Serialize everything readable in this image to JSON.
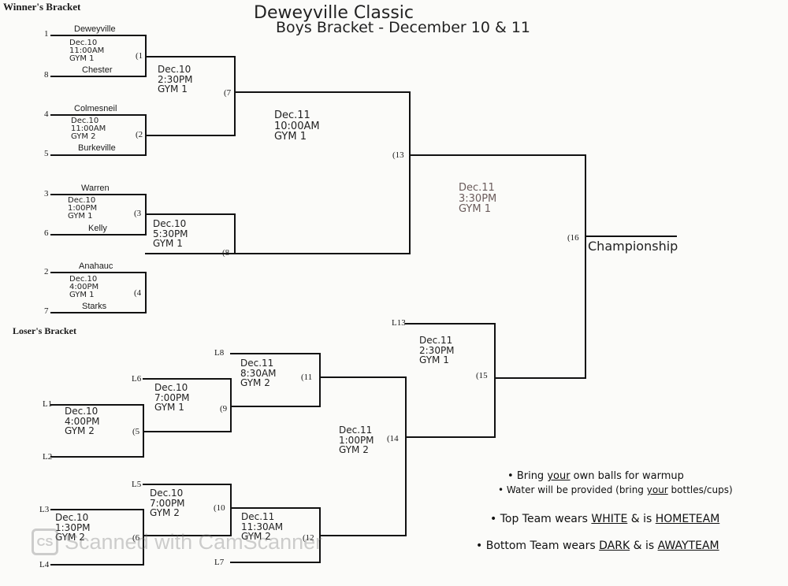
{
  "header": {
    "title": "Deweyville Classic",
    "subtitle": "Boys Bracket - December 10 & 11",
    "winners_label": "Winner's Bracket",
    "losers_label": "Loser's Bracket"
  },
  "teams": {
    "deweyville": "Deweyville",
    "chester": "Chester",
    "colmesneil": "Colmesneil",
    "burkeville": "Burkeville",
    "warren": "Warren",
    "kelly": "Kelly",
    "anahauc": "Anahauc",
    "starks": "Starks"
  },
  "seeds": {
    "s1": "1",
    "s8": "8",
    "s4": "4",
    "s5": "5",
    "s3": "3",
    "s6": "6",
    "s2": "2",
    "s7": "7"
  },
  "games": {
    "g1": {
      "id": "(1",
      "day": "Dec.10",
      "time": "11:00AM",
      "gym": "GYM 1"
    },
    "g2": {
      "id": "(2",
      "day": "Dec.10",
      "time": "11:00AM",
      "gym": "GYM 2"
    },
    "g3": {
      "id": "(3",
      "day": "Dec.10",
      "time": "1:00PM",
      "gym": "GYM 1"
    },
    "g4": {
      "id": "(4",
      "day": "Dec.10",
      "time": "4:00PM",
      "gym": "GYM 1"
    },
    "g5": {
      "id": "(5",
      "day": "Dec.10",
      "time": "4:00PM",
      "gym": "GYM 2"
    },
    "g6": {
      "id": "(6",
      "day": "Dec.10",
      "time": "1:30PM",
      "gym": "GYM 2"
    },
    "g7": {
      "id": "(7",
      "day": "Dec.10",
      "time": "2:30PM",
      "gym": "GYM 1"
    },
    "g8": {
      "id": "(8",
      "day": "Dec.10",
      "time": "5:30PM",
      "gym": "GYM 1"
    },
    "g9": {
      "id": "(9",
      "day": "Dec.10",
      "time": "7:00PM",
      "gym": "GYM 1"
    },
    "g10": {
      "id": "(10",
      "day": "Dec.10",
      "time": "7:00PM",
      "gym": "GYM 2"
    },
    "g11": {
      "id": "(11",
      "day": "Dec.11",
      "time": "8:30AM",
      "gym": "GYM 2"
    },
    "g12": {
      "id": "(12",
      "day": "Dec.11",
      "time": "11:30AM",
      "gym": "GYM 2"
    },
    "g13": {
      "id": "(13",
      "day": "Dec.11",
      "time": "10:00AM",
      "gym": "GYM 1"
    },
    "g14": {
      "id": "(14",
      "day": "Dec.11",
      "time": "1:00PM",
      "gym": "GYM 2"
    },
    "g15": {
      "id": "(15",
      "day": "Dec.11",
      "time": "2:30PM",
      "gym": "GYM 1"
    },
    "g16": {
      "id": "(16",
      "label": "Championship",
      "day": "Dec.11",
      "time": "3:30PM",
      "gym": "GYM 1"
    }
  },
  "loser_slots": {
    "l1": "L1",
    "l2": "L2",
    "l3": "L3",
    "l4": "L4",
    "l5": "L5",
    "l6": "L6",
    "l7": "L7",
    "l8": "L8",
    "l13": "L13"
  },
  "notes": {
    "n1": {
      "prefix": "Bring ",
      "u": "your",
      "suffix": " own balls for warmup"
    },
    "n2": {
      "prefix": "Water will be provided (bring ",
      "u": "your",
      "suffix": " bottles/cups)"
    },
    "n3": {
      "prefix": "Top Team wears ",
      "u1": "WHITE",
      "mid": " & is ",
      "u2": "HOMETEAM"
    },
    "n4": {
      "prefix": "Bottom Team wears ",
      "u1": "DARK",
      "mid": " & is ",
      "u2": "AWAYTEAM"
    }
  },
  "watermark": {
    "logo": "CS",
    "text": "Scanned with CamScanner"
  }
}
